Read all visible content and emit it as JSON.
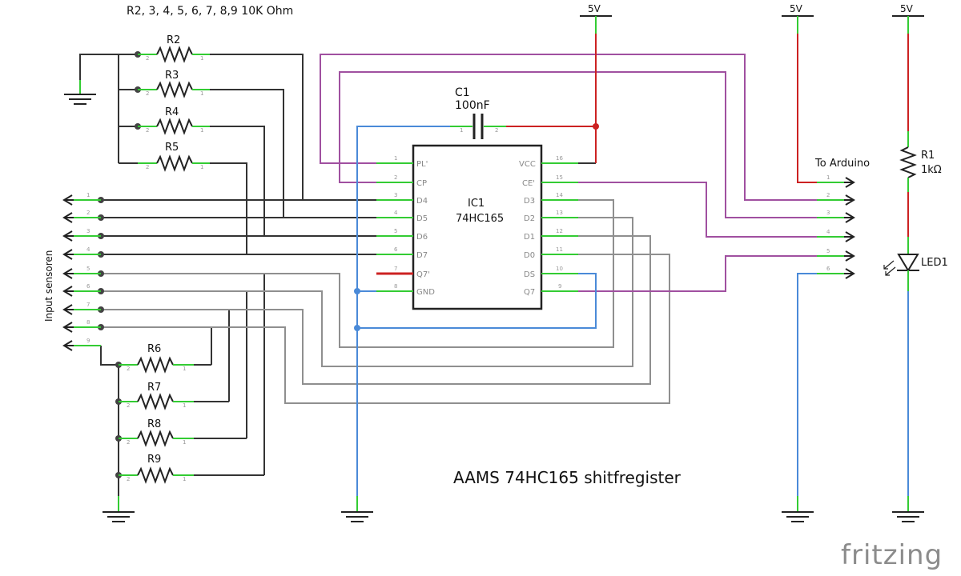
{
  "header_note": "R2, 3, 4, 5, 6, 7, 8,9  10K Ohm",
  "title": "AAMS 74HC165 shitfregister",
  "logo": "fritzing",
  "colors": {
    "wire_black": "#333333",
    "wire_purple": "#a050a0",
    "wire_gray": "#8f8f8f",
    "wire_blue": "#4a8ad8",
    "wire_red": "#cc2222",
    "pin_green": "#33cc33"
  },
  "power": {
    "label_5v": "5V",
    "rails": [
      "5V",
      "5V",
      "5V"
    ]
  },
  "resistors": [
    {
      "ref": "R2"
    },
    {
      "ref": "R3"
    },
    {
      "ref": "R4"
    },
    {
      "ref": "R5"
    },
    {
      "ref": "R6"
    },
    {
      "ref": "R7"
    },
    {
      "ref": "R8"
    },
    {
      "ref": "R9"
    }
  ],
  "resistor_r1": {
    "ref": "R1",
    "value": "1kΩ"
  },
  "capacitor": {
    "ref": "C1",
    "value": "100nF"
  },
  "ic": {
    "ref": "IC1",
    "part": "74HC165",
    "left_pins": [
      {
        "num": "1",
        "name": "PL'"
      },
      {
        "num": "2",
        "name": "CP"
      },
      {
        "num": "3",
        "name": "D4"
      },
      {
        "num": "4",
        "name": "D5"
      },
      {
        "num": "5",
        "name": "D6"
      },
      {
        "num": "6",
        "name": "D7"
      },
      {
        "num": "7",
        "name": "Q7'"
      },
      {
        "num": "8",
        "name": "GND"
      }
    ],
    "right_pins": [
      {
        "num": "16",
        "name": "VCC"
      },
      {
        "num": "15",
        "name": "CE'"
      },
      {
        "num": "14",
        "name": "D3"
      },
      {
        "num": "13",
        "name": "D2"
      },
      {
        "num": "12",
        "name": "D1"
      },
      {
        "num": "11",
        "name": "D0"
      },
      {
        "num": "10",
        "name": "DS"
      },
      {
        "num": "9",
        "name": "Q7"
      }
    ]
  },
  "led": {
    "ref": "LED1"
  },
  "input_connector": {
    "label": "Input sensoren",
    "pins": [
      "1",
      "2",
      "3",
      "4",
      "5",
      "6",
      "7",
      "8",
      "9"
    ]
  },
  "arduino_connector": {
    "label": "To Arduino",
    "pins": [
      "1",
      "2",
      "3",
      "4",
      "5",
      "6"
    ]
  },
  "resistor_pin_labels": {
    "a": "2",
    "b": "1"
  }
}
